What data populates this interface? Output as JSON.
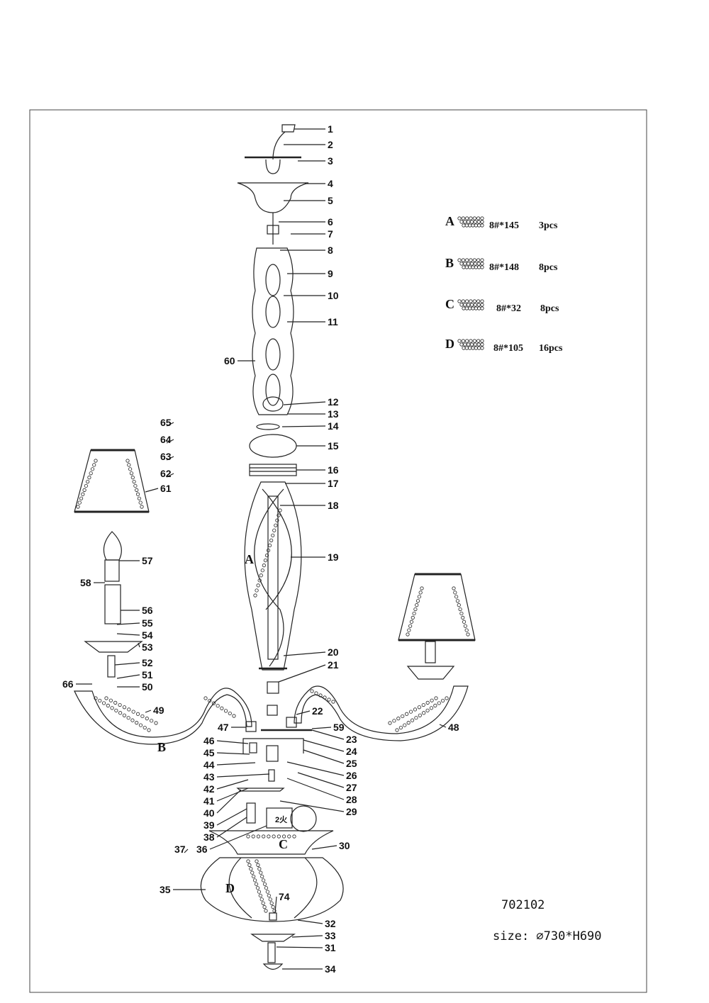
{
  "part_numbers": [
    "1",
    "2",
    "3",
    "4",
    "5",
    "6",
    "7",
    "8",
    "9",
    "10",
    "11",
    "12",
    "13",
    "14",
    "15",
    "16",
    "17",
    "18",
    "19",
    "20",
    "21",
    "22",
    "59",
    "23",
    "24",
    "25",
    "26",
    "27",
    "28",
    "29",
    "30",
    "32",
    "33",
    "31",
    "34",
    "48",
    "74",
    "60",
    "65",
    "64",
    "63",
    "62",
    "61",
    "57",
    "58",
    "56",
    "55",
    "54",
    "53",
    "52",
    "51",
    "50",
    "66",
    "49",
    "47",
    "46",
    "45",
    "44",
    "43",
    "42",
    "41",
    "40",
    "39",
    "38",
    "36",
    "37",
    "35"
  ],
  "section_labels": [
    "A",
    "B",
    "C",
    "D"
  ],
  "bulb_label": "2火",
  "legend": [
    {
      "letter": "A",
      "spec": "8#*145",
      "qty": "3pcs"
    },
    {
      "letter": "B",
      "spec": "8#*148",
      "qty": "8pcs"
    },
    {
      "letter": "C",
      "spec": "8#*32",
      "qty": "8pcs"
    },
    {
      "letter": "D",
      "spec": "8#*105",
      "qty": "16pcs"
    }
  ],
  "model_number": "702102",
  "size_text": "size: ⌀730*H690"
}
